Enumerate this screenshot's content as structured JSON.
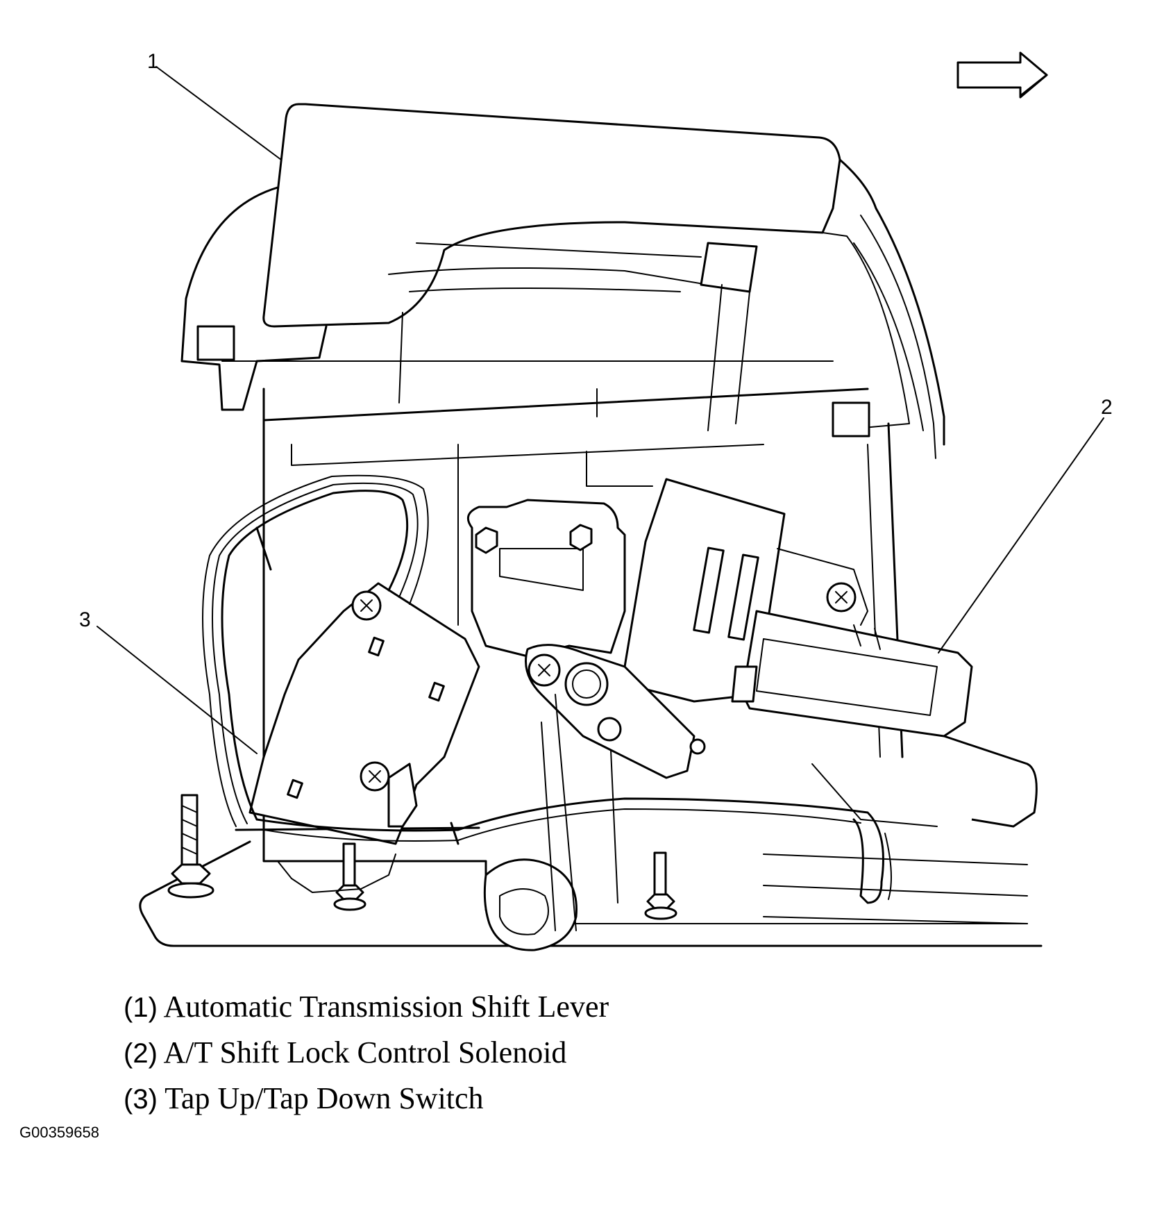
{
  "callouts": {
    "c1": "1",
    "c2": "2",
    "c3": "3"
  },
  "legend": [
    {
      "number": "(1)",
      "text": "Automatic Transmission Shift Lever"
    },
    {
      "number": "(2)",
      "text": "A/T Shift Lock Control Solenoid"
    },
    {
      "number": "(3)",
      "text": "Tap Up/Tap Down Switch"
    }
  ],
  "figure_id": "G00359658",
  "icons": {
    "direction_arrow": "right-arrow-icon",
    "screws": "phillips-screw-icon",
    "bolts": "hex-bolt-icon"
  }
}
